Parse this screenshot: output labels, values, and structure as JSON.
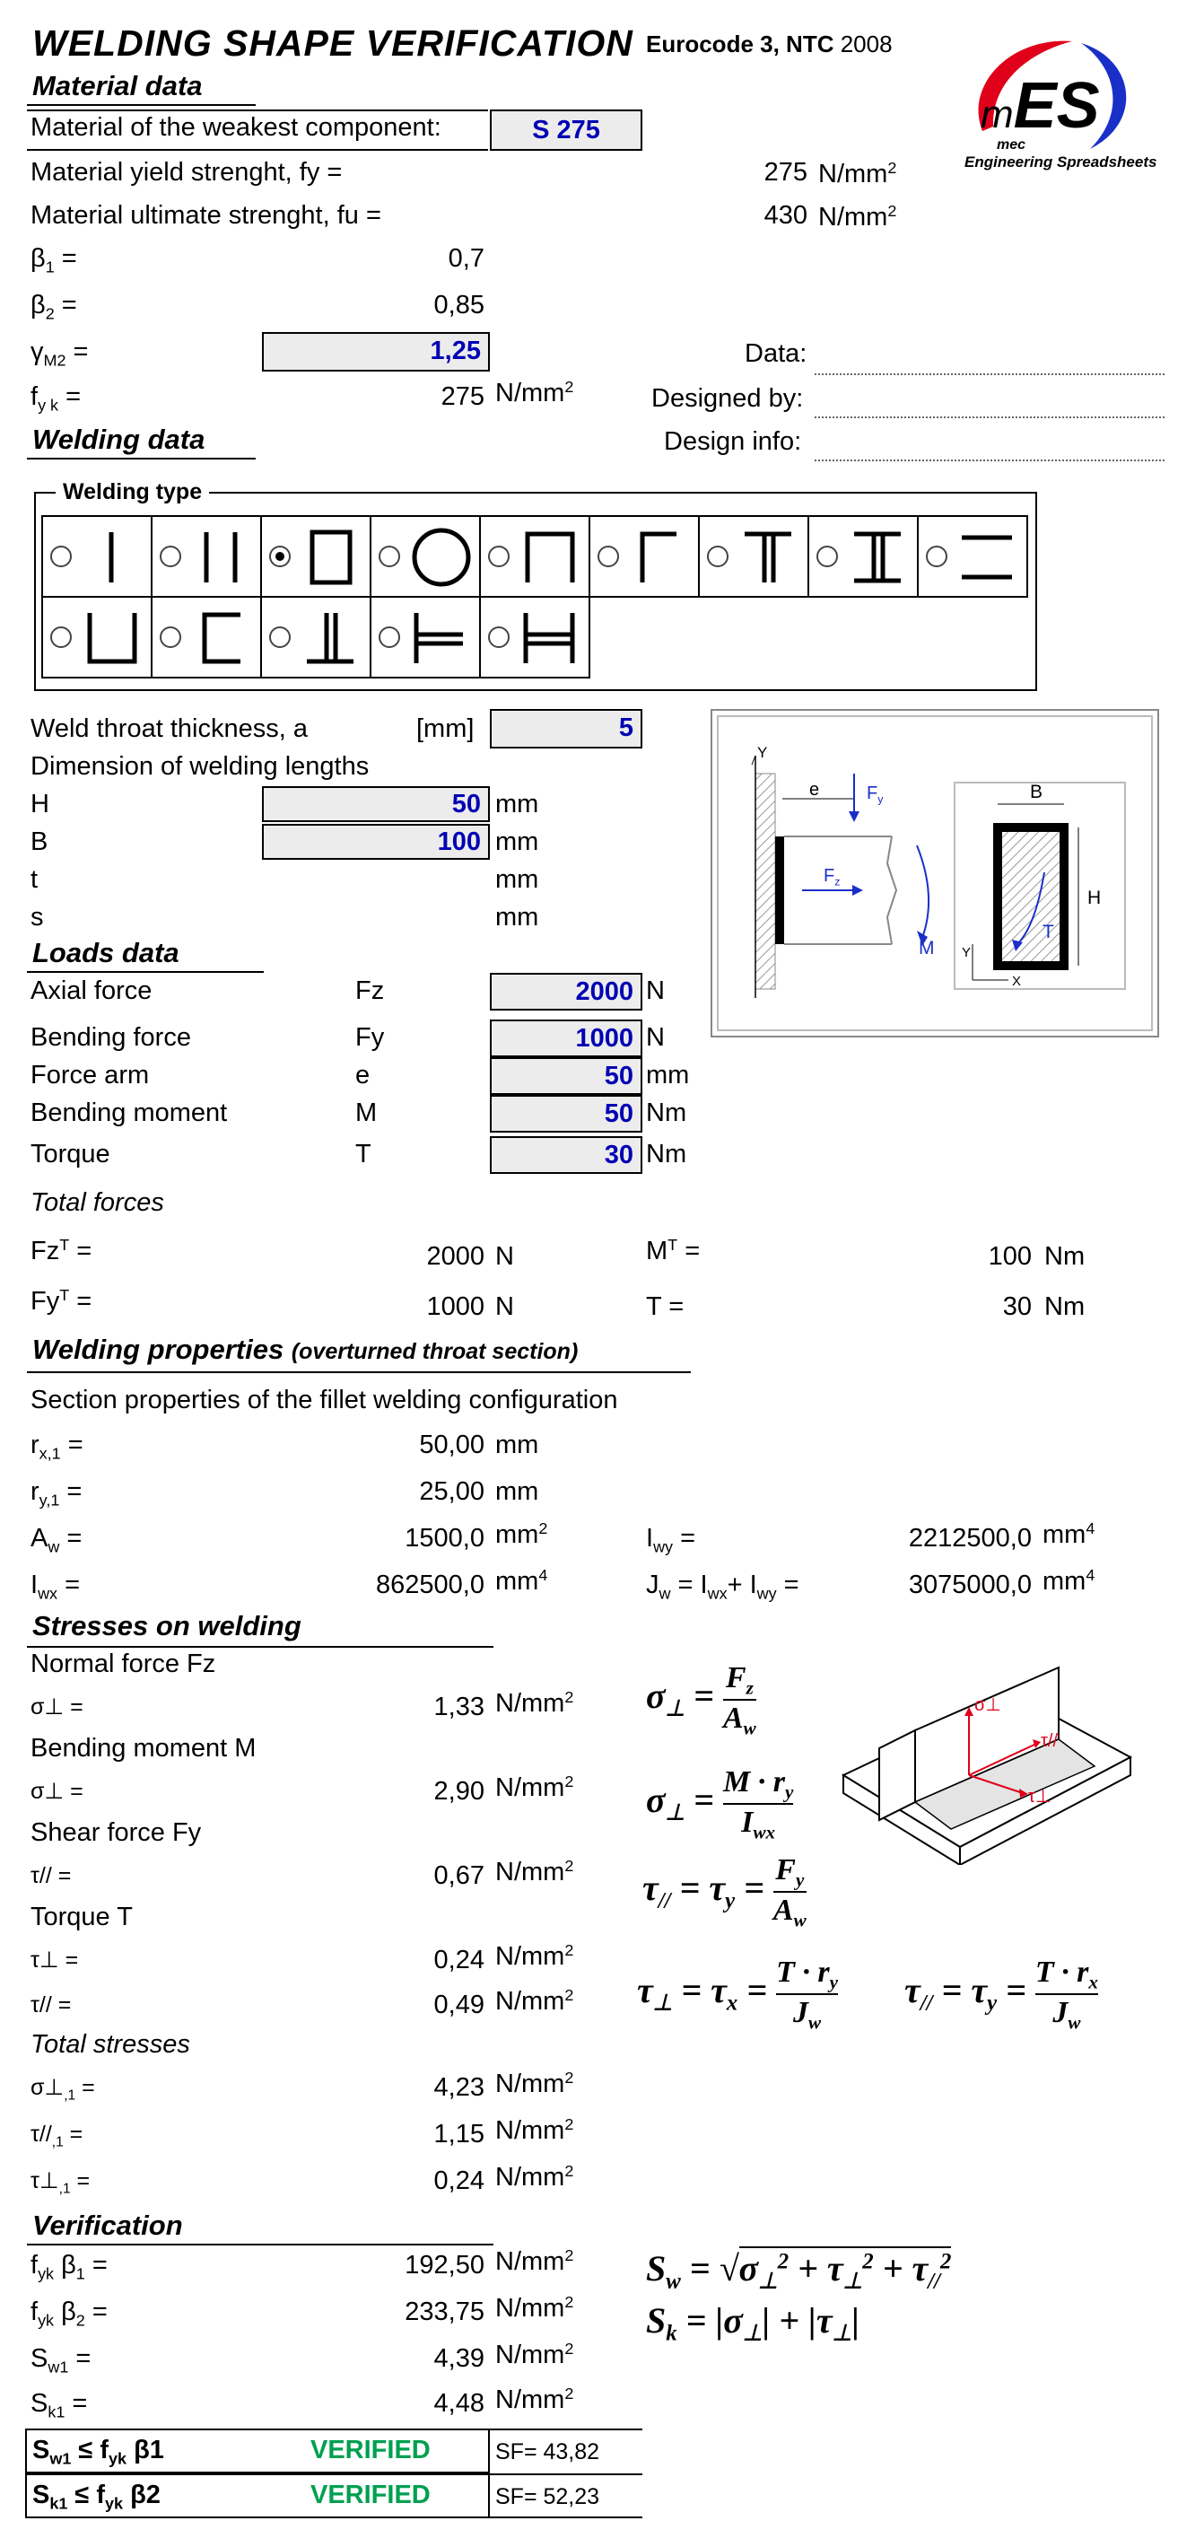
{
  "header": {
    "title": "WELDING SHAPE VERIFICATION",
    "norm_bold": "Eurocode 3, NTC",
    "norm_year": "2008",
    "logo_text": "mES",
    "logo_small": "mec",
    "logo_sub": "Engineering Spreadsheets"
  },
  "material": {
    "section": "Material data",
    "weakest_label": "Material of the weakest component:",
    "weakest_value": "S 275",
    "fy_label": "Material yield strenght, fy =",
    "fy_value": "275",
    "fy_unit": "N/mm",
    "fu_label": "Material ultimate strenght, fu =",
    "fu_value": "430",
    "fu_unit": "N/mm",
    "beta1_label": "β",
    "beta1_sub": "1",
    "beta1_value": "0,7",
    "beta2_label": "β",
    "beta2_sub": "2",
    "beta2_value": "0,85",
    "gamma_label": "γ",
    "gamma_sub": "M2",
    "gamma_value": "1,25",
    "fyk_label": "f",
    "fyk_sub": "y k",
    "fyk_value": "275",
    "fyk_unit": "N/mm"
  },
  "info": {
    "data_label": "Data:",
    "designed_label": "Designed by:",
    "design_info_label": "Design info:"
  },
  "welding": {
    "section": "Welding data",
    "type_legend": "Welding type",
    "selected_index": 2,
    "throat_label": "Weld throat thickness, a",
    "throat_unit": "[mm]",
    "throat_value": "5",
    "lengths_label": "Dimension of welding lengths",
    "H_label": "H",
    "H_value": "50",
    "H_unit": "mm",
    "B_label": "B",
    "B_value": "100",
    "B_unit": "mm",
    "t_label": "t",
    "t_unit": "mm",
    "s_label": "s",
    "s_unit": "mm"
  },
  "diagram": {
    "Y": "Y",
    "e": "e",
    "Fy": "F",
    "Fy_sub": "y",
    "Fz": "F",
    "Fz_sub": "z",
    "M": "M",
    "B": "B",
    "H": "H",
    "T": "T",
    "Y2": "Y",
    "X": "X"
  },
  "loads": {
    "section": "Loads data",
    "rows": [
      {
        "label": "Axial force",
        "sym": "Fz",
        "value": "2000",
        "unit": "N"
      },
      {
        "label": "Bending force",
        "sym": "Fy",
        "value": "1000",
        "unit": "N"
      },
      {
        "label": "Force arm",
        "sym": "e",
        "value": "50",
        "unit": "mm"
      },
      {
        "label": "Bending moment",
        "sym": "M",
        "value": "50",
        "unit": "Nm"
      },
      {
        "label": "Torque",
        "sym": "T",
        "value": "30",
        "unit": "Nm"
      }
    ]
  },
  "totals": {
    "section": "Total forces",
    "FzT_label": "Fz",
    "FzT_sup": "T",
    "FzT_value": "2000",
    "FzT_unit": "N",
    "FyT_label": "Fy",
    "FyT_sup": "T",
    "FyT_value": "1000",
    "FyT_unit": "N",
    "MT_label": "M",
    "MT_sup": "T",
    "MT_value": "100",
    "MT_unit": "Nm",
    "T_label": "T =",
    "T_value": "30",
    "T_unit": "Nm"
  },
  "props": {
    "section": "Welding properties",
    "section_note": "(overturned throat section)",
    "desc": "Section properties of the fillet welding configuration",
    "rx_label": "r",
    "rx_sub": "x,1",
    "rx_value": "50,00",
    "rx_unit": "mm",
    "ry_label": "r",
    "ry_sub": "y,1",
    "ry_value": "25,00",
    "ry_unit": "mm",
    "Aw_label": "A",
    "Aw_sub": "w",
    "Aw_value": "1500,0",
    "Aw_unit": "mm",
    "Iwx_label": "I",
    "Iwx_sub": "wx",
    "Iwx_value": "862500,0",
    "Iwx_unit": "mm",
    "Iwy_label": "I",
    "Iwy_sub": "wy",
    "Iwy_value": "2212500,0",
    "Iwy_unit": "mm",
    "Jw_label": "J",
    "Jw_sub": "w",
    "Jw_eq": "= I",
    "Jw_eq_sub1": "wx",
    "Jw_plus": "+ I",
    "Jw_eq_sub2": "wy",
    "Jw_value": "3075000,0",
    "Jw_unit": "mm"
  },
  "stresses": {
    "section": "Stresses on welding",
    "normal_label": "Normal force Fz",
    "sn_value": "1,33",
    "bending_label": "Bending moment M",
    "sb_value": "2,90",
    "shear_label": "Shear force Fy",
    "ts_value": "0,67",
    "torque_label": "Torque T",
    "tp_value": "0,24",
    "tpar_value": "0,49",
    "total_label": "Total stresses",
    "s1_value": "4,23",
    "t1par_value": "1,15",
    "t1perp_value": "0,24",
    "unit": "N/mm",
    "sigma_perp": "σ⊥ =",
    "tau_par": "τ// =",
    "tau_perp": "τ⊥ =",
    "sigma_perp1": "σ⊥",
    "tau_par1": "τ//",
    "tau_perp1": "τ⊥",
    "sub1": ",1"
  },
  "verification": {
    "section": "Verification",
    "fb1_label": "f",
    "fb1_sub": "yk",
    "fb1_beta": "β",
    "fb1_bsub": "1",
    "fb1_value": "192,50",
    "fb2_label": "f",
    "fb2_sub": "yk",
    "fb2_beta": "β",
    "fb2_bsub": "2",
    "fb2_value": "233,75",
    "sw_label": "S",
    "sw_sub": "w1",
    "sw_value": "4,39",
    "sk_label": "S",
    "sk_sub": "k1",
    "sk_value": "4,48",
    "unit": "N/mm",
    "check1_a": "S",
    "check1_sub": "w1",
    "check1_b": "≤ f",
    "check1_sub2": "yk",
    "check1_c": "β1",
    "check1_status": "VERIFIED",
    "check1_sf": "SF= 43,82",
    "check2_a": "S",
    "check2_sub": "k1",
    "check2_b": "≤ f",
    "check2_sub2": "yk",
    "check2_c": "β2",
    "check2_status": "VERIFIED",
    "check2_sf": "SF= 52,23"
  },
  "glyphs": {
    "sq": "2",
    "eq": " =",
    "mm4": "4"
  },
  "colors": {
    "input_text": "#0000b4",
    "input_bg": "#ececec",
    "verified": "#00a050",
    "logo_red": "#e0001a",
    "logo_blue": "#1a2fc8"
  }
}
